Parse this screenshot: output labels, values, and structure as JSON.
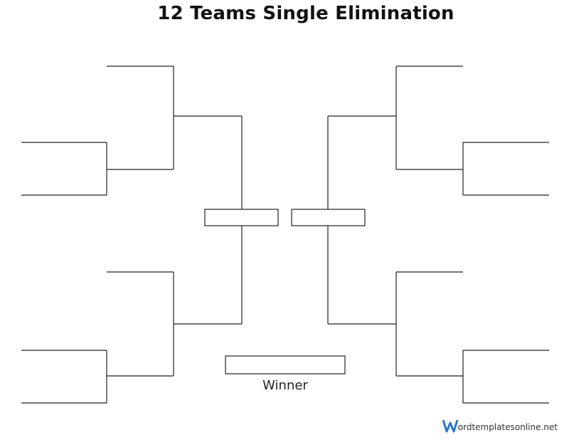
{
  "title": "12 Teams Single Elimination",
  "winner_label": "Winner",
  "footer": {
    "logo_text": "ordtemplatesonline.net",
    "logo_letter": "W",
    "logo_color": "#2a78c8"
  },
  "line_color": "#222222"
}
